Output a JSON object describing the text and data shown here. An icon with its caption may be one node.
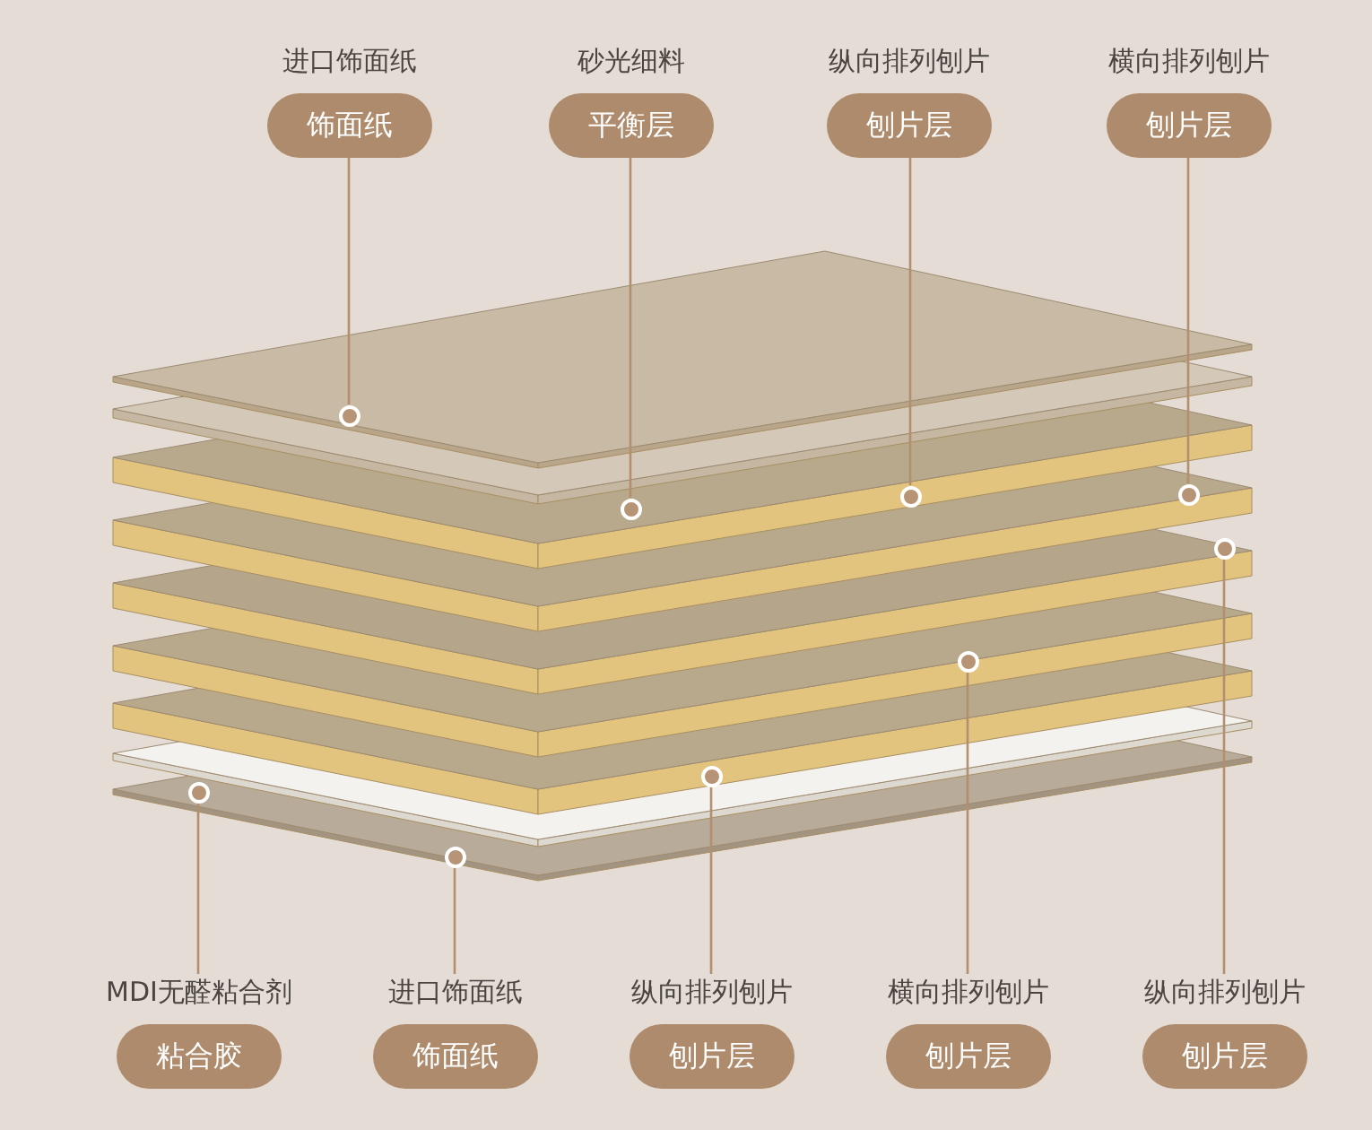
{
  "diagram": {
    "nodes": [
      {
        "text": [
          "进口饰面纸",
          "饰面纸"
        ]
      },
      {
        "text": [
          "砂光细料",
          "平衡层"
        ]
      },
      {
        "text": [
          "纵向排列刨片",
          "刨片层"
        ]
      },
      {
        "text": [
          "横向排列刨片",
          "刨片层"
        ]
      },
      {
        "text": [
          "MDI无醛粘合剂",
          "粘合胶"
        ]
      },
      {
        "text": [
          "进口饰面纸",
          "饰面纸"
        ]
      },
      {
        "text": [
          "纵向排列刨片",
          "刨片层"
        ]
      },
      {
        "text": [
          "横向排列刨片",
          "刨片层"
        ]
      },
      {
        "text": [
          "纵向排列刨片",
          "刨片层"
        ]
      },
      {
        "text": [],
        "shape": "circle"
      },
      {
        "text": [],
        "shape": "circle"
      },
      {
        "text": [],
        "shape": "circle"
      },
      {
        "text": [],
        "shape": "circle"
      },
      {
        "text": [],
        "shape": "circle"
      },
      {
        "text": [],
        "shape": "circle"
      },
      {
        "text": [],
        "shape": "circle"
      },
      {
        "text": [],
        "shape": "circle"
      },
      {
        "text": [],
        "shape": "circle"
      }
    ],
    "edges": [
      {
        "from": 0,
        "to": 9,
        "arrow": "none"
      },
      {
        "from": 1,
        "to": 10,
        "arrow": "none"
      },
      {
        "from": 2,
        "to": 11,
        "arrow": "none"
      },
      {
        "from": 3,
        "to": 12,
        "arrow": "none"
      },
      {
        "from": 4,
        "to": 13,
        "arrow": "none"
      },
      {
        "from": 5,
        "to": 14,
        "arrow": "none"
      },
      {
        "from": 6,
        "to": 15,
        "arrow": "none"
      },
      {
        "from": 7,
        "to": 16,
        "arrow": "none"
      },
      {
        "from": 8,
        "to": 17,
        "arrow": "none"
      }
    ]
  }
}
